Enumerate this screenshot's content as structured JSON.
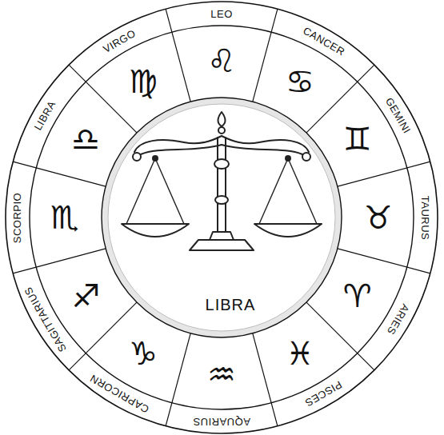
{
  "diagram": {
    "labels": [
      "LEO",
      "CANCER",
      "GEMINI",
      "TAURUS",
      "ARIES",
      "PISCES",
      "AQUARIUS",
      "CAPRICORN",
      "SAGITTARIUS",
      "SCORPIO",
      "LIBRA",
      "VIRGO",
      "♌",
      "♋",
      "♊",
      "♉",
      "♈",
      "♓",
      "♒",
      "♑",
      "♐",
      "♏",
      "♎",
      "♍",
      "LIBRA"
    ]
  }
}
